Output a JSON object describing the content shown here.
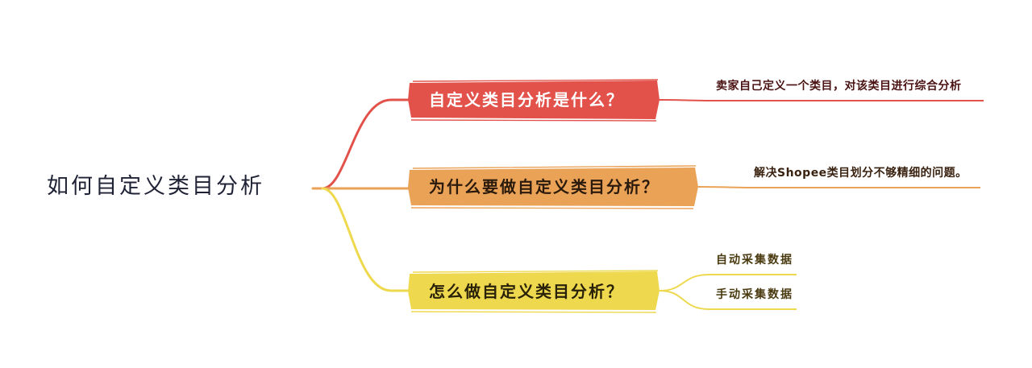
{
  "root": {
    "label": "如何自定义类目分析"
  },
  "branches": [
    {
      "label": "自定义类目分析是什么？",
      "color": "#e2524a",
      "children": [
        "卖家自己定义一个类目，对该类目进行综合分析"
      ]
    },
    {
      "label": "为什么要做自定义类目分析？",
      "color": "#eaa257",
      "children": [
        "解决Shopee类目划分不够精细的问题。"
      ]
    },
    {
      "label": "怎么做自定义类目分析？",
      "color": "#eed94e",
      "children": [
        "自动采集数据",
        "手动采集数据"
      ]
    }
  ]
}
